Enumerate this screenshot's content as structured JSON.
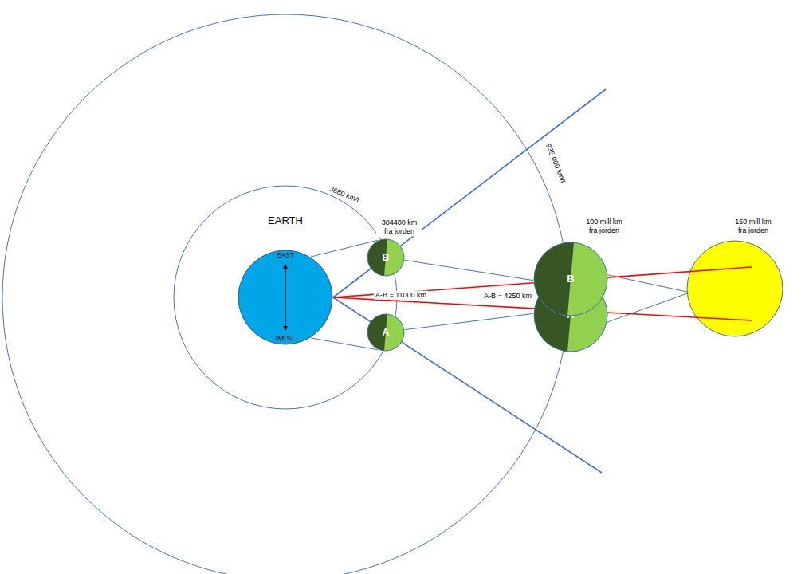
{
  "diagram": {
    "nodes": [
      {
        "text": [
          "EARTH",
          "EAST",
          "WEST"
        ]
      },
      {
        "text": [
          "B"
        ]
      },
      {
        "text": [
          "A"
        ]
      },
      {
        "text": [
          "B"
        ]
      },
      {
        "text": [
          "A"
        ]
      }
    ],
    "edges": [
      {
        "from": 0,
        "to": 1,
        "arrow": "none"
      },
      {
        "from": 0,
        "to": 2,
        "arrow": "none"
      },
      {
        "from": 1,
        "to": 3,
        "arrow": "none"
      },
      {
        "from": 2,
        "to": 4,
        "arrow": "none"
      }
    ],
    "labels": [
      "3680 km/t",
      "384400 km fra jorden",
      "935 000 km/t",
      "100 mill km fra jorden",
      "150 mill km fra jorden",
      "A-B = 11000 km",
      "A-B = 4250 km"
    ]
  }
}
